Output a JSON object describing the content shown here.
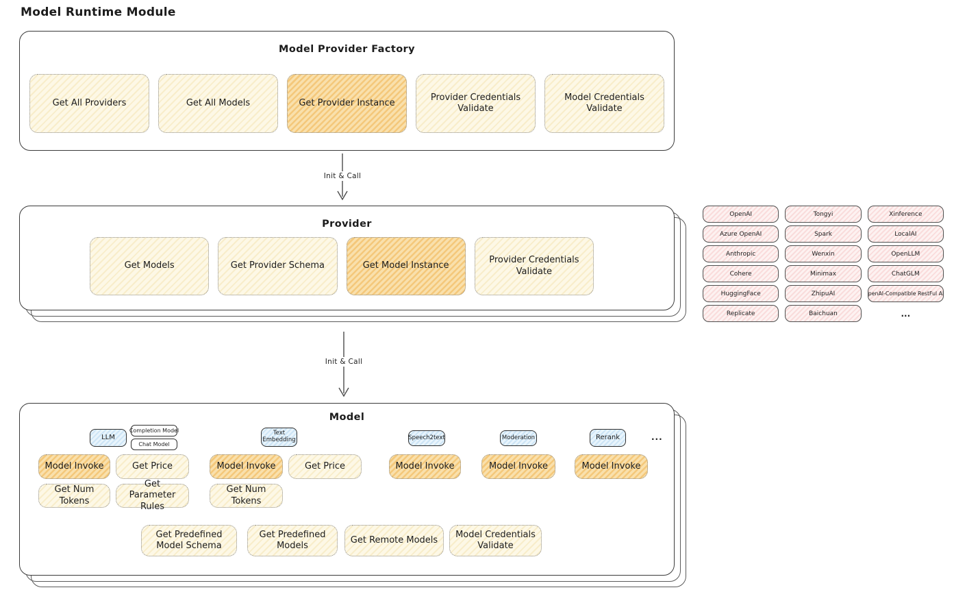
{
  "page": {
    "title": "Model Runtime Module"
  },
  "colors": {
    "canvas": "#ffffff",
    "stroke": "#3a3a3a",
    "cream_fill": "#fdf8e6",
    "orange_fill": "#f8dea6",
    "pink_fill": "#fdf2f1",
    "blue_fill": "#e8f4fc"
  },
  "arrows": [
    {
      "label": "Init & Call"
    },
    {
      "label": "Init & Call"
    }
  ],
  "factory": {
    "title": "Model Provider Factory",
    "buttons": [
      {
        "label": "Get All Providers",
        "highlighted": false
      },
      {
        "label": "Get All Models",
        "highlighted": false
      },
      {
        "label": "Get Provider Instance",
        "highlighted": true
      },
      {
        "label": "Provider Credentials Validate",
        "highlighted": false
      },
      {
        "label": "Model Credentials Validate",
        "highlighted": false
      }
    ]
  },
  "provider": {
    "title": "Provider",
    "buttons": [
      {
        "label": "Get Models",
        "highlighted": false
      },
      {
        "label": "Get Provider Schema",
        "highlighted": false
      },
      {
        "label": "Get Model Instance",
        "highlighted": true
      },
      {
        "label": "Provider Credentials Validate",
        "highlighted": false
      }
    ]
  },
  "providers_list": {
    "items": [
      "OpenAI",
      "Tongyi",
      "Xinference",
      "Azure OpenAI",
      "Spark",
      "LocalAI",
      "Anthropic",
      "Wenxin",
      "OpenLLM",
      "Cohere",
      "Minimax",
      "ChatGLM",
      "HuggingFace",
      "ZhipuAI",
      "OpenAI-Compatible RestFul API",
      "Replicate",
      "Baichuan"
    ],
    "more": "..."
  },
  "model": {
    "title": "Model",
    "tabs_more": "...",
    "groups": [
      {
        "tab": "LLM",
        "sub_tabs": [
          "Completion Model",
          "Chat Model"
        ],
        "ops": [
          {
            "label": "Model Invoke",
            "highlighted": true
          },
          {
            "label": "Get Price",
            "highlighted": false
          },
          {
            "label": "Get Num Tokens",
            "highlighted": false
          },
          {
            "label": "Get Parameter Rules",
            "highlighted": false
          }
        ]
      },
      {
        "tab": "Text Embedding",
        "ops": [
          {
            "label": "Model Invoke",
            "highlighted": true
          },
          {
            "label": "Get Price",
            "highlighted": false
          },
          {
            "label": "Get Num Tokens",
            "highlighted": false
          }
        ]
      },
      {
        "tab": "Speech2text",
        "ops": [
          {
            "label": "Model Invoke",
            "highlighted": true
          }
        ]
      },
      {
        "tab": "Moderation",
        "ops": [
          {
            "label": "Model Invoke",
            "highlighted": true
          }
        ]
      },
      {
        "tab": "Rerank",
        "ops": [
          {
            "label": "Model Invoke",
            "highlighted": true
          }
        ]
      }
    ],
    "shared_ops": [
      "Get Predefined Model Schema",
      "Get Predefined Models",
      "Get Remote Models",
      "Model Credentials Validate"
    ]
  }
}
